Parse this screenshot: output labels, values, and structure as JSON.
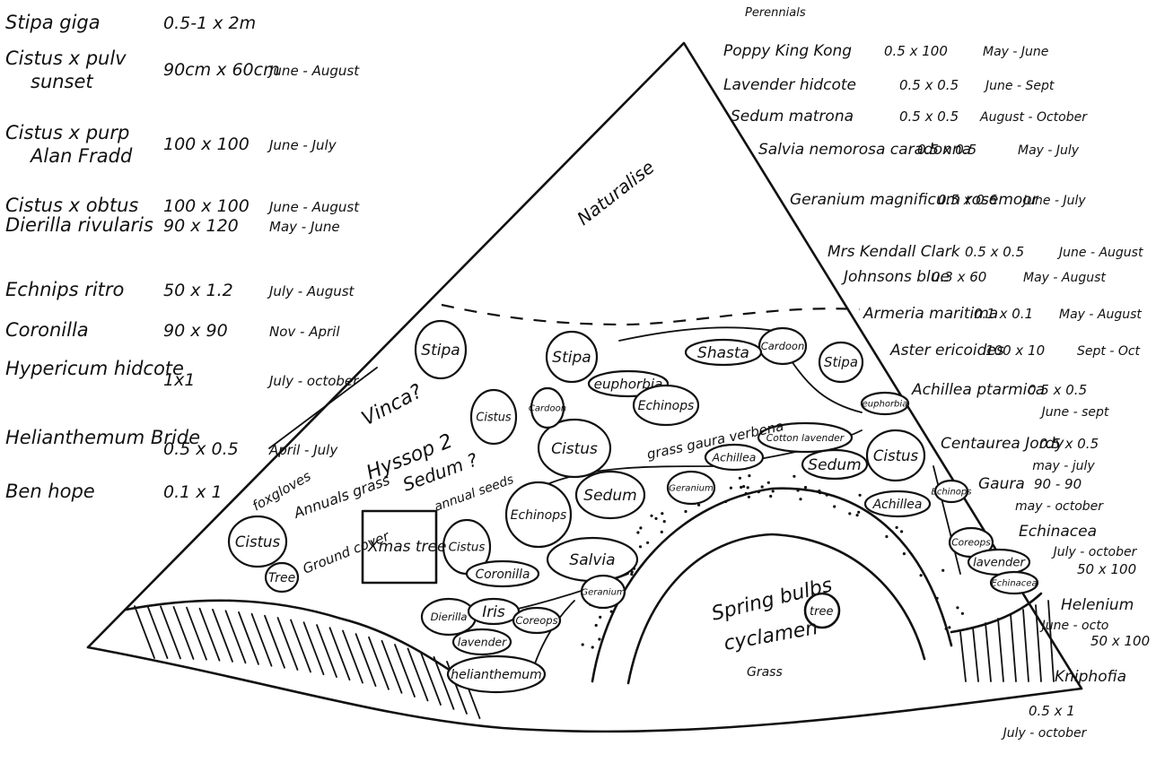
{
  "left_plant_list": [
    {
      "name": "Stipa giga",
      "size": "0.5-1  x 2m",
      "season": ""
    },
    {
      "name": "Cistus x pulv sunset",
      "size": "90cm x 60cm",
      "season": "June - August"
    },
    {
      "name": "Cistus x purp Alan Fradd",
      "size": "100 x 100",
      "season": "June - July"
    },
    {
      "name": "Cistus x obtus",
      "size": "100 x 100",
      "season": "June - August"
    },
    {
      "name": "Dierilla rivularis",
      "size": "90 x 120",
      "season": "May - June"
    },
    {
      "name": "Echnips ritro",
      "size": "50 x 1.2",
      "season": "July - August"
    },
    {
      "name": "Coronilla",
      "size": "90 x 90",
      "season": "Nov - April"
    },
    {
      "name": "Hypericum hidcote",
      "size": "1x1",
      "season": "July - october"
    },
    {
      "name": "Helianthemum Bride",
      "size": "0.5 x 0.5",
      "season": "April - July"
    },
    {
      "name": "Ben hope",
      "size": "0.1 x 1",
      "season": ""
    }
  ],
  "right_plant_list": [
    {
      "name": "Perennials",
      "size": "",
      "season": ""
    },
    {
      "name": "Poppy King Kong",
      "size": "0.5 x 100",
      "season": "May - June"
    },
    {
      "name": "Lavender hidcote",
      "size": "0.5 x 0.5",
      "season": "June - Sept"
    },
    {
      "name": "Sedum matrona",
      "size": "0.5 x 0.5",
      "season": "August - October"
    },
    {
      "name": "Salvia nemorosa caradonna",
      "size": "0.5 x 0.5",
      "season": "May - July"
    },
    {
      "name": "Geranium magnificum rosemoor",
      "size": "0.5 x 0.6",
      "season": "June - July"
    },
    {
      "name": "Mrs Kendall Clark",
      "size": "0.5 x 0.5",
      "season": "June - August"
    },
    {
      "name": "Johnsons blue",
      "size": "0.3 x 60",
      "season": "May - August"
    },
    {
      "name": "Armeria maritima",
      "size": "0.1 x 0.1",
      "season": "May - August"
    },
    {
      "name": "Aster ericoides",
      "size": "100 x 10",
      "season": "Sept - Oct"
    },
    {
      "name": "Achillea ptarmica",
      "size": "0.5 x 0.5",
      "season": "June - sept"
    },
    {
      "name": "Centaurea Jordy",
      "size": "0.5 x 0.5",
      "season": "may - july"
    },
    {
      "name": "Gaura",
      "size": "90 - 90",
      "season": "may - october"
    },
    {
      "name": "Echinacea",
      "size": "50 x 100",
      "season": "July - october"
    },
    {
      "name": "Helenium",
      "size": "50 x 100",
      "season": "June - octo"
    },
    {
      "name": "Kniphofia",
      "size": "0.5 x 1",
      "season": "July - october"
    }
  ],
  "plan_labels": {
    "naturalise": "Naturalise",
    "vinca": "Vinca?",
    "hyssop": "Hyssop 2",
    "sedum_q": "Sedum ?",
    "foxgloves": "foxgloves",
    "annuals_grass": "Annuals grass",
    "annual_seeds": "annual seeds",
    "ground_cover": "Ground cover",
    "xmas_tree": "Xmas tree",
    "spring_bulbs": "Spring bulbs",
    "cyclamen": "cyclamen",
    "grass": "Grass",
    "tree": "tree",
    "grass_gaura_verbena": "grass gaura verbena"
  },
  "beds": [
    {
      "label": "Stipa"
    },
    {
      "label": "Stipa"
    },
    {
      "label": "Stipa"
    },
    {
      "label": "Cistus"
    },
    {
      "label": "Cistus"
    },
    {
      "label": "Cistus"
    },
    {
      "label": "Cistus"
    },
    {
      "label": "Cistus"
    },
    {
      "label": "Cardoon"
    },
    {
      "label": "Cardoon"
    },
    {
      "label": "euphorbia"
    },
    {
      "label": "euphorbia"
    },
    {
      "label": "Shasta"
    },
    {
      "label": "Echinops"
    },
    {
      "label": "Echinops"
    },
    {
      "label": "Echinops"
    },
    {
      "label": "Sedum"
    },
    {
      "label": "Sedum"
    },
    {
      "label": "Salvia"
    },
    {
      "label": "Geranium"
    },
    {
      "label": "Geranium"
    },
    {
      "label": "Achillea"
    },
    {
      "label": "Achillea"
    },
    {
      "label": "Cotton lavender"
    },
    {
      "label": "Coronilla"
    },
    {
      "label": "Dierilla"
    },
    {
      "label": "Iris"
    },
    {
      "label": "Coreops"
    },
    {
      "label": "Coreops"
    },
    {
      "label": "lavender"
    },
    {
      "label": "lavender"
    },
    {
      "label": "helianthemum"
    },
    {
      "label": "Tree"
    },
    {
      "label": "Echinacea"
    }
  ]
}
